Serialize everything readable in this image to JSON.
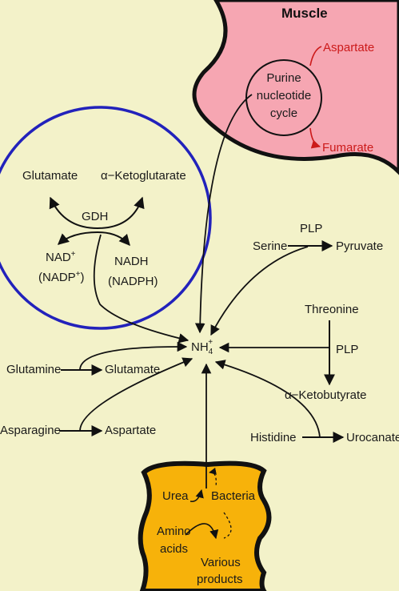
{
  "muscle": {
    "title": "Muscle",
    "cycle_line1": "Purine",
    "cycle_line2": "nucleotide",
    "cycle_line3": "cycle",
    "aspartate": "Aspartate",
    "fumarate": "Fumarate",
    "color": "#f6a6b2"
  },
  "gdh": {
    "enzyme": "GDH",
    "glutamate": "Glutamate",
    "ketoglutarate": "α−Ketoglutarate",
    "nad": "NAD",
    "nad_sup": "+",
    "nadp": "(NADP",
    "nadp_sup": "+",
    "nadp_close": ")",
    "nadh": "NADH",
    "nadph": "(NADPH)",
    "circle_color": "#2222bb"
  },
  "center": {
    "nh": "NH",
    "sub": "4",
    "sup": "+"
  },
  "serine": {
    "serine": "Serine",
    "plp": "PLP",
    "pyruvate": "Pyruvate"
  },
  "threonine": {
    "threonine": "Threonine",
    "plp": "PLP",
    "ketobutyrate": "α−Ketobutyrate"
  },
  "histidine": {
    "histidine": "Histidine",
    "urocanate": "Urocanate"
  },
  "glutamine": {
    "glutamine": "Glutamine",
    "glutamate": "Glutamate"
  },
  "asparagine": {
    "asparagine": "Asparagine",
    "aspartate": "Aspartate"
  },
  "gut": {
    "urea": "Urea",
    "bacteria": "Bacteria",
    "amino_line1": "Amino",
    "amino_line2": "acids",
    "various_line1": "Various",
    "various_line2": "products",
    "color": "#f7b20a"
  }
}
